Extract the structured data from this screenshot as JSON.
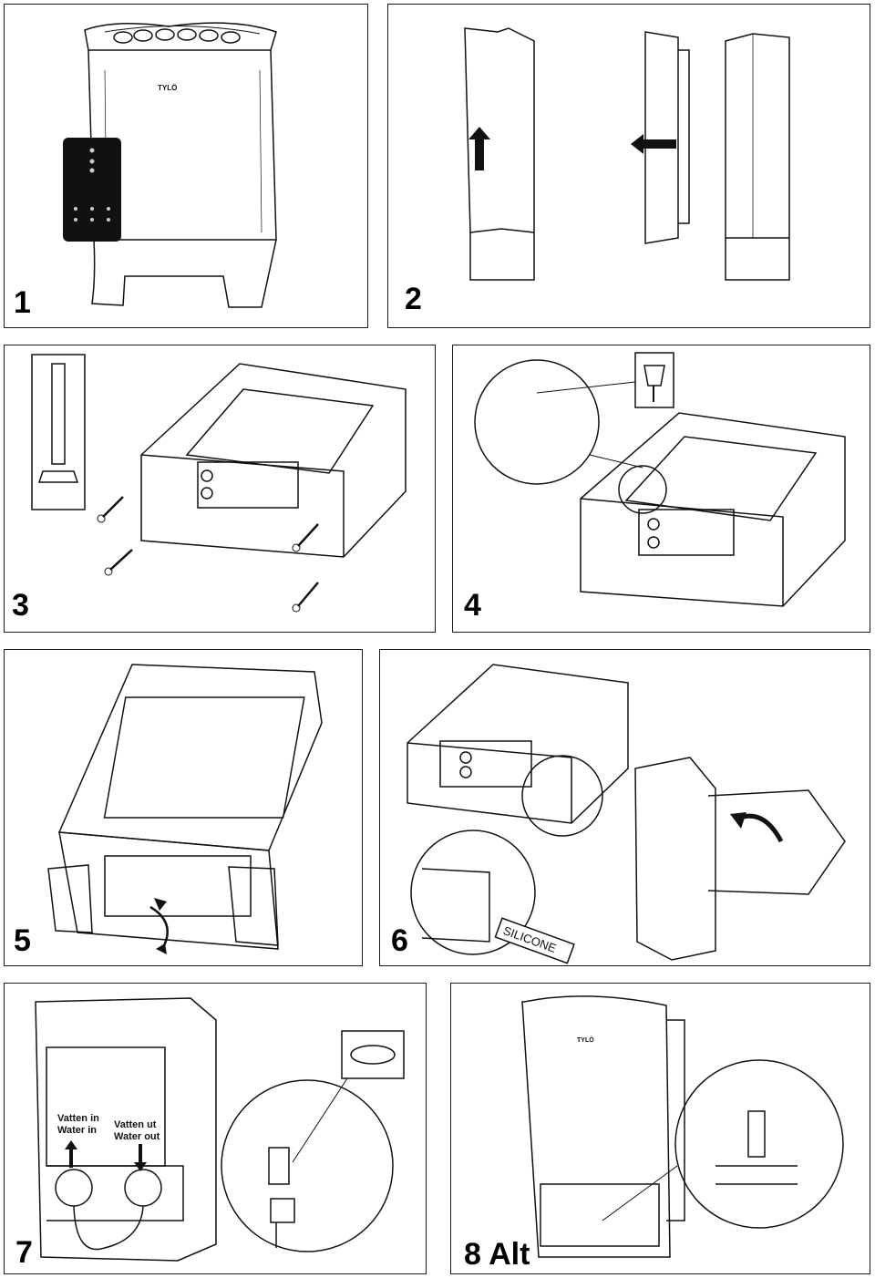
{
  "steps": [
    {
      "number": "1"
    },
    {
      "number": "2"
    },
    {
      "number": "3"
    },
    {
      "number": "4"
    },
    {
      "number": "5"
    },
    {
      "number": "6"
    },
    {
      "number": "7"
    },
    {
      "number": "8 Alt"
    }
  ],
  "brand_mark": "TYLÖ",
  "step6": {
    "silicone_label": "SILICONE"
  },
  "step7": {
    "water_in_sv": "Vatten in",
    "water_in_en": "Water in",
    "water_out_sv": "Vatten ut",
    "water_out_en": "Water out"
  }
}
